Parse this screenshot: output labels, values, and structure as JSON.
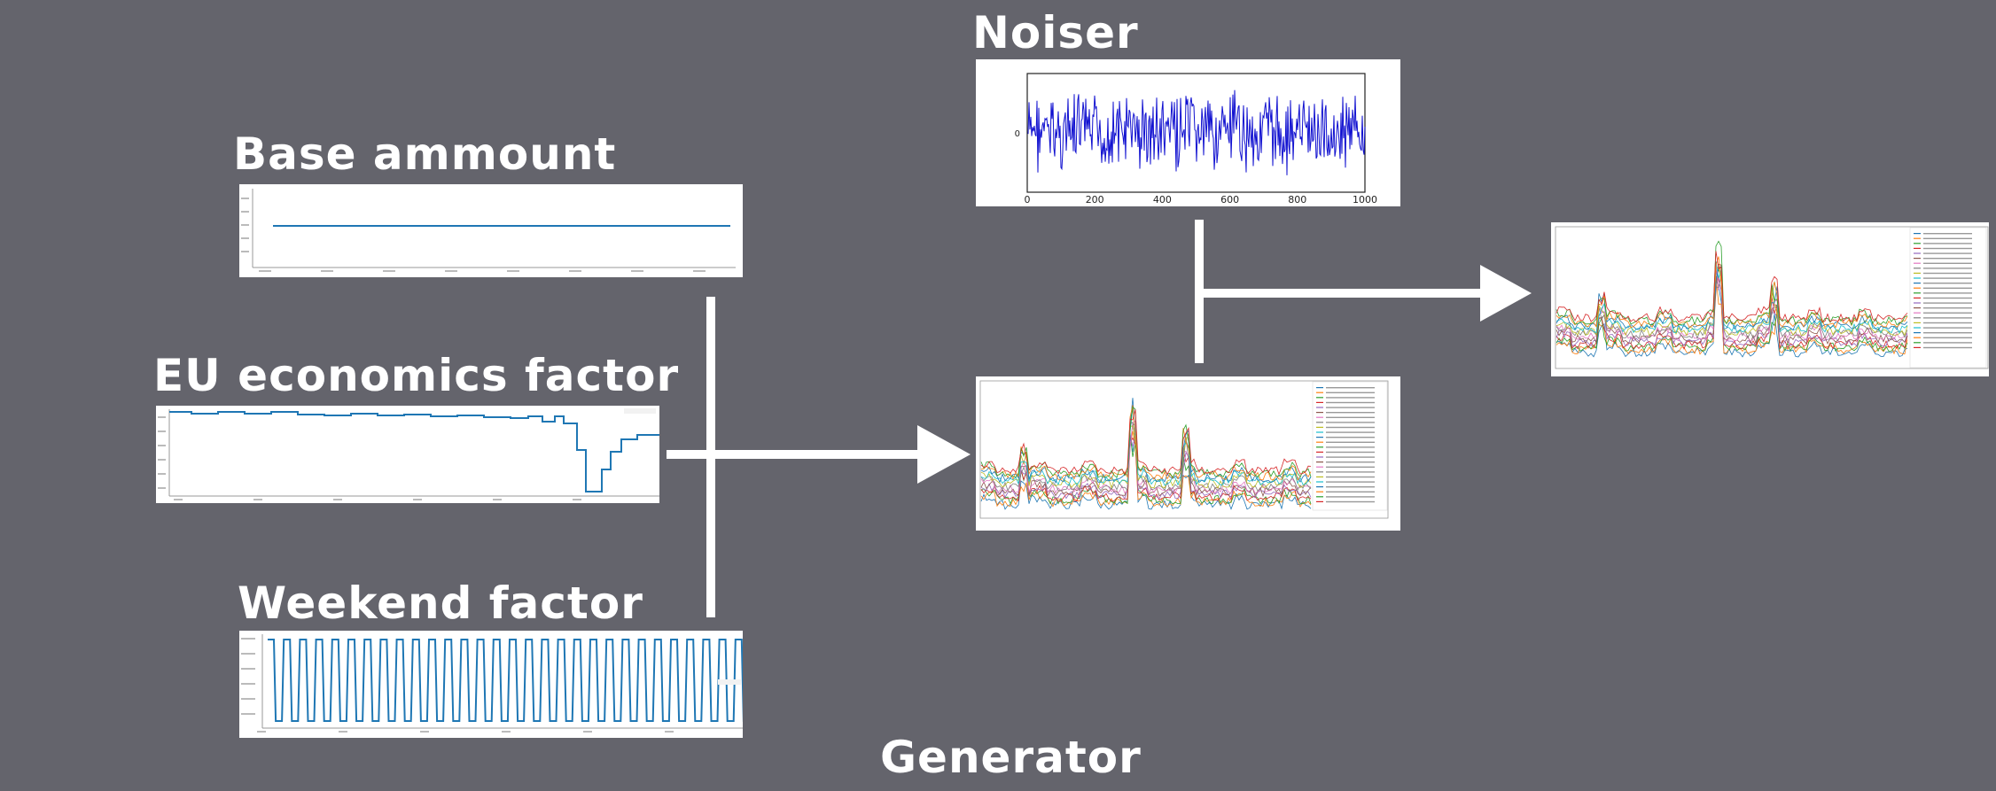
{
  "diagram": {
    "inputs": {
      "base": {
        "title": "Base ammount"
      },
      "eu": {
        "title": "EU economics factor"
      },
      "weekend": {
        "title": "Weekend factor"
      }
    },
    "noiser": {
      "title": "Noiser",
      "ytick": "0",
      "xticks": [
        "0",
        "200",
        "400",
        "600",
        "800",
        "1000"
      ]
    },
    "generator": {
      "title": "Generator"
    }
  },
  "colors": {
    "background": "#64646c",
    "arrow": "#ffffff",
    "line_blue": "#1f77b4",
    "noise_blue": "#1010d0"
  }
}
